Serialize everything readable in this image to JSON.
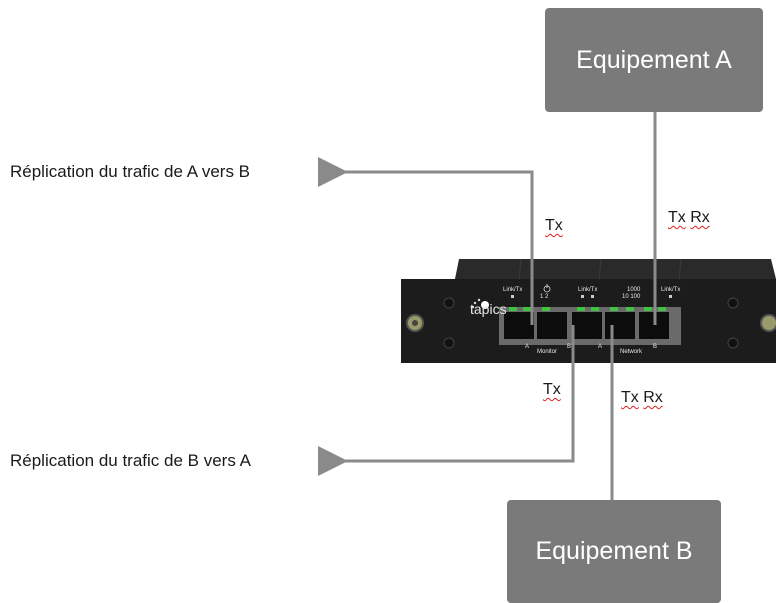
{
  "equipment_a": "Equipement A",
  "equipment_b": "Equipement B",
  "replication_a_to_b": "Réplication du trafic de A vers B",
  "replication_b_to_a": "Réplication du trafic de B vers A",
  "top_left_port_label": "Tx",
  "top_right_port_label": [
    "Tx",
    "Rx"
  ],
  "bottom_left_port_label": "Tx",
  "bottom_right_port_label": [
    "Tx",
    "Rx"
  ],
  "device": {
    "brand": "tapics",
    "led_labels": [
      "Link/Tx",
      "Link/Tx",
      "1000",
      "Link/Tx"
    ],
    "power_label": "1 2",
    "speed_label": "10 100",
    "bottom_labels": [
      "A",
      "Monitor",
      "B",
      "A",
      "Network",
      "B"
    ]
  },
  "colors": {
    "box": "#7a7a7a",
    "line": "#8a8a8a",
    "device": "#1c1c1c"
  }
}
